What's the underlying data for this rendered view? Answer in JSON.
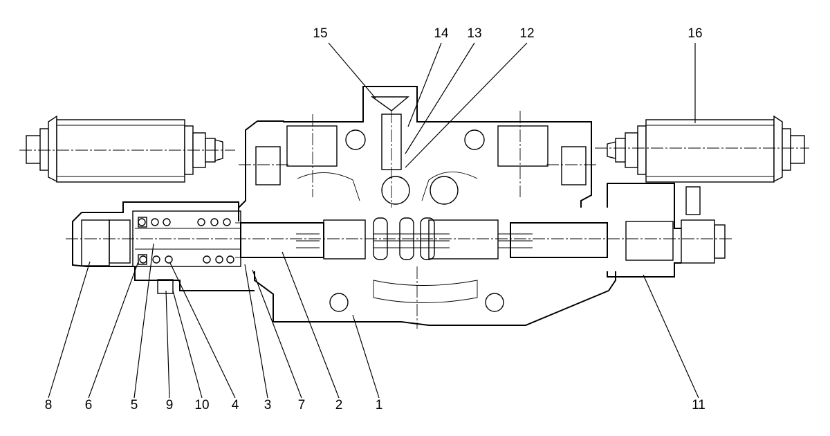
{
  "labels": [
    "15",
    "14",
    "13",
    "12",
    "16",
    "8",
    "6",
    "5",
    "9",
    "10",
    "4",
    "3",
    "7",
    "2",
    "1",
    "11"
  ]
}
